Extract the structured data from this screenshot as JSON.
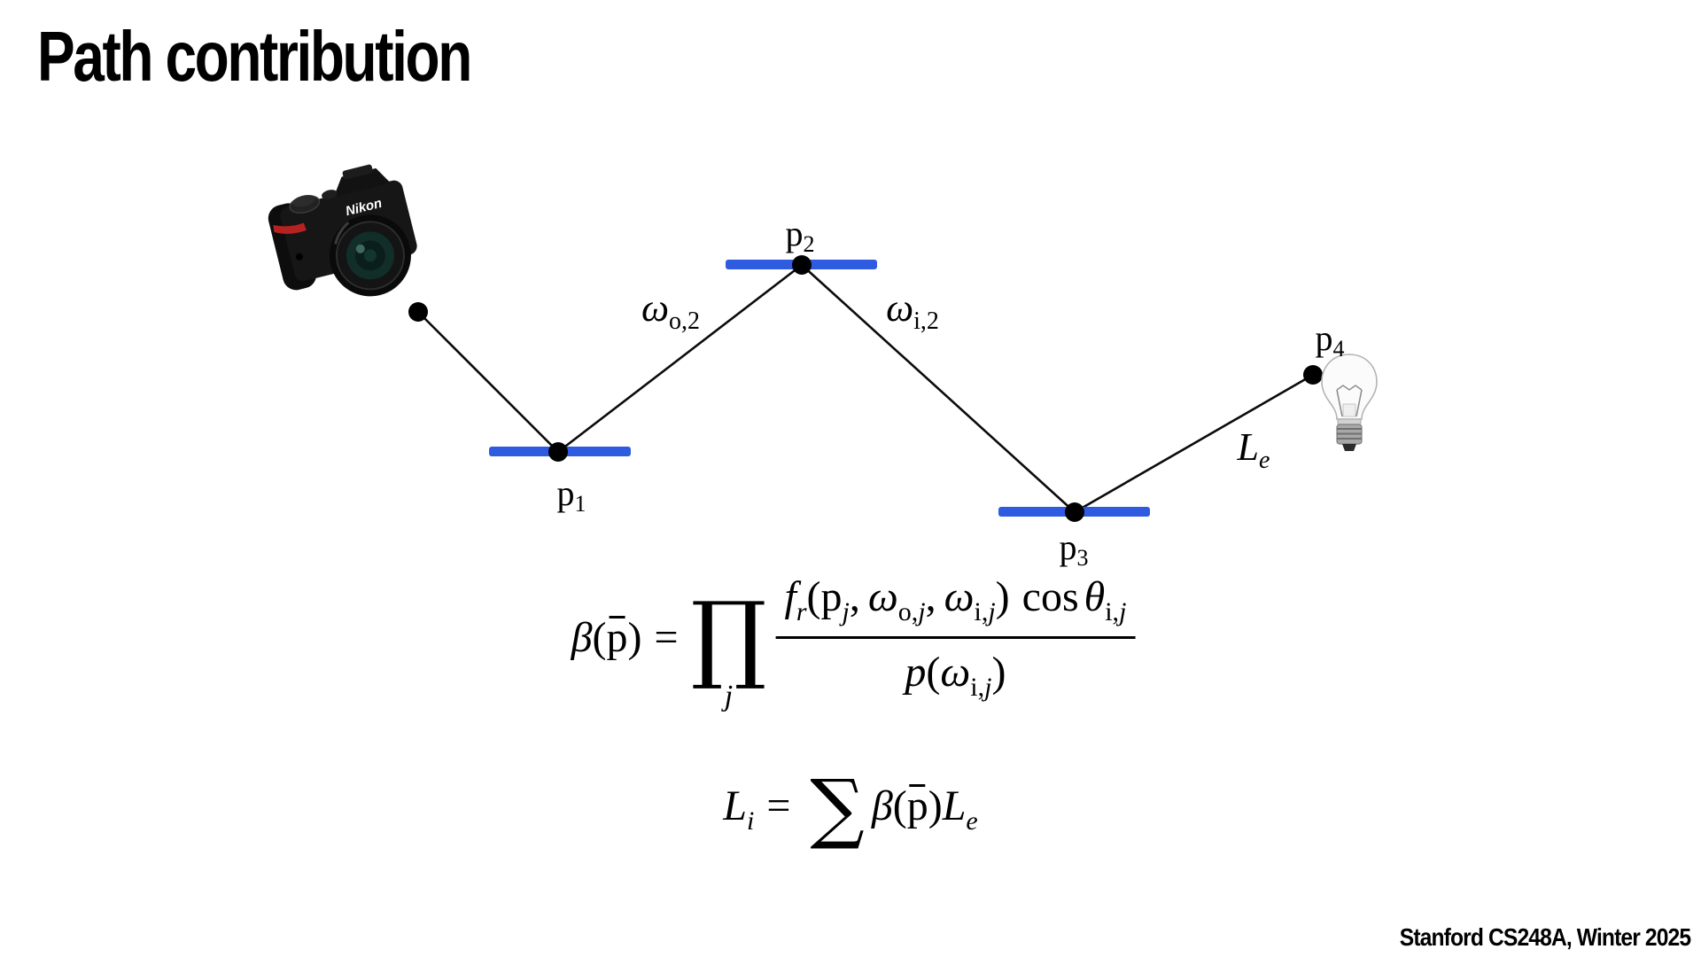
{
  "title": "Path contribution",
  "footer": "Stanford CS248A, Winter 2025",
  "colors": {
    "surface_blue": "#2e5be0",
    "path_black": "#0b0b0b"
  },
  "diagram": {
    "camera_icon": "dslr-camera",
    "bulb_icon": "light-bulb",
    "vertices": {
      "p1": {
        "base": "p",
        "sub": "1"
      },
      "p2": {
        "base": "p",
        "sub": "2"
      },
      "p3": {
        "base": "p",
        "sub": "3"
      },
      "p4": {
        "base": "p",
        "sub": "4"
      }
    },
    "edge_labels": {
      "omega_o2": {
        "base": "ω",
        "sub": "o,2"
      },
      "omega_i2": {
        "base": "ω",
        "sub": "i,2"
      },
      "Le": {
        "base": "L",
        "sub": "e"
      }
    }
  },
  "formulas": {
    "beta_path": {
      "beta": "β",
      "lparen": "(",
      "p_bar": "p",
      "rparen": ")",
      "equals": "=",
      "product": "∏",
      "product_index": "j",
      "numerator": {
        "f": "f",
        "r": "r",
        "lparen": "(",
        "p": "p",
        "p_sub": "j",
        "comma1": ",",
        "omega1": "ω",
        "omega1_sub_rm": "o,",
        "omega1_sub_it": "j",
        "comma2": ",",
        "omega2": "ω",
        "omega2_sub_rm": "i,",
        "omega2_sub_it": "j",
        "rparen": ")",
        "cos": "cos",
        "theta": "θ",
        "theta_sub_rm": "i,",
        "theta_sub_it": "j"
      },
      "denominator": {
        "p": "p",
        "lparen": "(",
        "omega": "ω",
        "omega_sub_rm": "i,",
        "omega_sub_it": "j",
        "rparen": ")"
      }
    },
    "incident_radiance": {
      "L": "L",
      "L_sub": "i",
      "equals": "=",
      "sum": "∑",
      "beta": "β",
      "lparen": "(",
      "p_bar": "p",
      "rparen": ")",
      "Le": "L",
      "Le_sub": "e"
    }
  }
}
